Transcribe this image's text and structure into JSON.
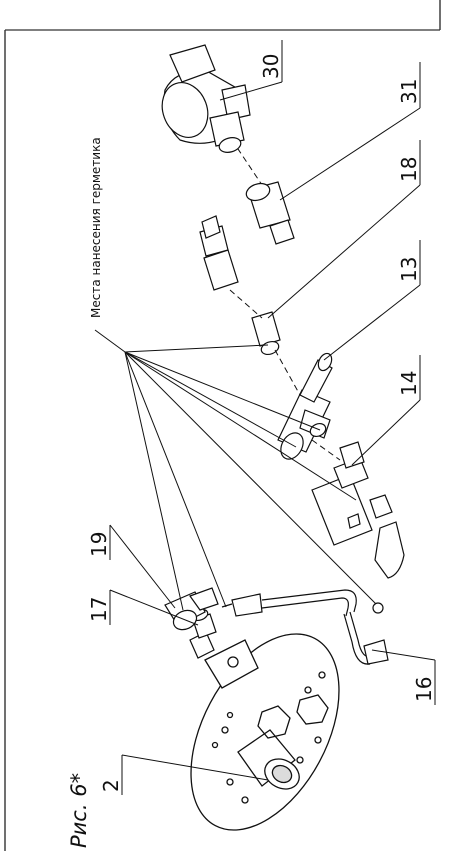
{
  "figure": {
    "caption": "Рис. 6*",
    "annotation": "Места нанесения герметика",
    "callouts": {
      "c2": "2",
      "c17": "17",
      "c19": "19",
      "c16": "16",
      "c14": "14",
      "c13": "13",
      "c18": "18",
      "c31": "31",
      "c30": "30"
    }
  },
  "colors": {
    "line": "#111111",
    "background": "#ffffff",
    "shade": "#dcdcdc"
  }
}
